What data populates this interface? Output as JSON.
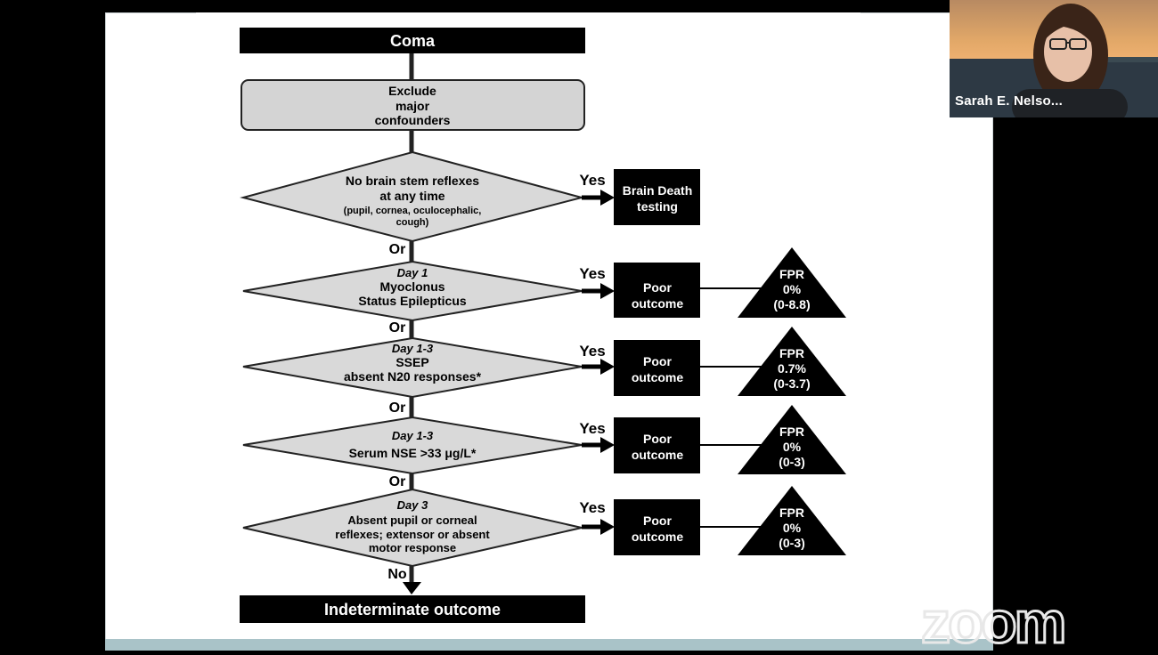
{
  "flowchart": {
    "start_label": "Coma",
    "confounders": [
      "Exclude",
      "major",
      "confounders"
    ],
    "brainstem": {
      "lines": [
        "No brain stem reflexes",
        "at any time"
      ],
      "sub_lines": [
        "(pupil, cornea, oculocephalic,",
        "cough)"
      ],
      "yes_label": "Yes",
      "result": [
        "Brain Death",
        "testing"
      ]
    },
    "or_label": "Or",
    "criteria": [
      {
        "day": "Day 1",
        "lines": [
          "Myoclonus",
          "Status Epilepticus"
        ],
        "yes_label": "Yes",
        "result": [
          "Poor",
          "outcome"
        ],
        "fpr": [
          "FPR",
          "0%",
          "(0-8.8)"
        ]
      },
      {
        "day": "Day 1-3",
        "lines": [
          "SSEP",
          "absent N20 responses*"
        ],
        "yes_label": "Yes",
        "result": [
          "Poor",
          "outcome"
        ],
        "fpr": [
          "FPR",
          "0.7%",
          "(0-3.7)"
        ]
      },
      {
        "day": "Day 1-3",
        "lines": [
          "Serum NSE >33 μg/L*"
        ],
        "yes_label": "Yes",
        "result": [
          "Poor",
          "outcome"
        ],
        "fpr": [
          "FPR",
          "0%",
          "(0-3)"
        ]
      },
      {
        "day": "Day 3",
        "lines": [
          "Absent pupil or corneal",
          "reflexes; extensor or absent",
          "motor response"
        ],
        "yes_label": "Yes",
        "result": [
          "Poor",
          "outcome"
        ],
        "fpr": [
          "FPR",
          "0%",
          "(0-3)"
        ]
      }
    ],
    "no_label": "No",
    "end_label": "Indeterminate outcome"
  },
  "video": {
    "participant_name": "Sarah E. Nelso..."
  },
  "watermark": "zoom",
  "colors": {
    "diamond_fill": "#d9d9d9",
    "rounded_box_fill": "#d4d4d4",
    "box_fill": "#000000",
    "slide_bg": "#ffffff",
    "teal_strip": "#a9c3c8"
  }
}
